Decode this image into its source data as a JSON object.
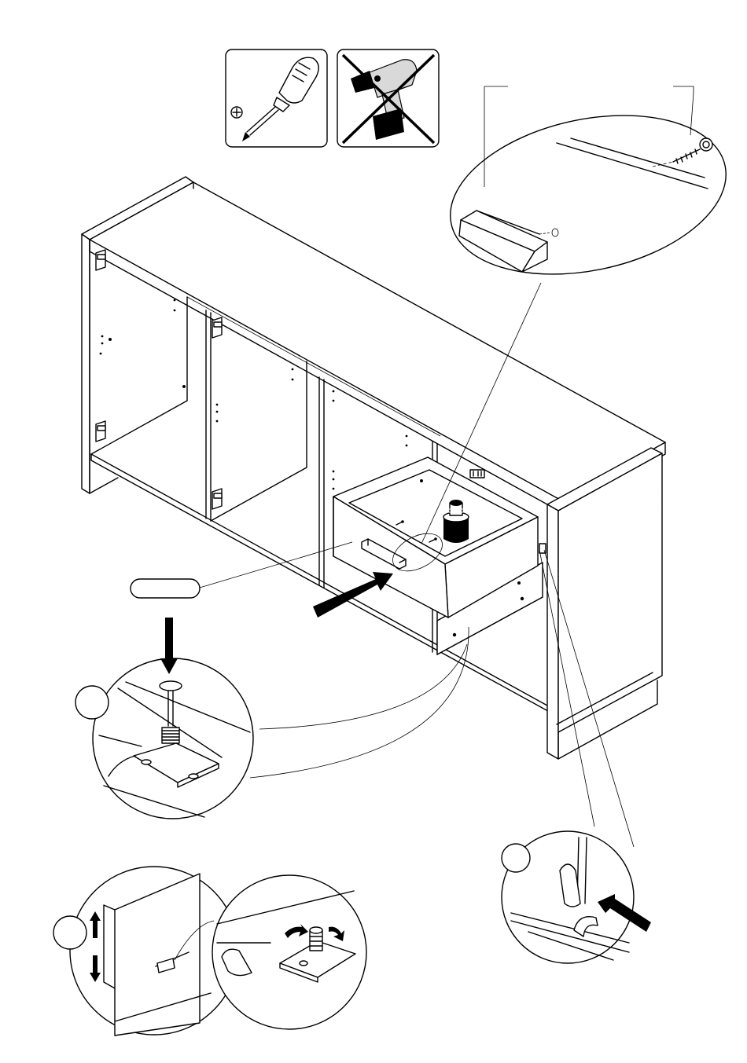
{
  "title": "",
  "tools": [
    {
      "name": "phillips-screwdriver-icon",
      "allowed": true
    },
    {
      "name": "power-drill-icon",
      "allowed": false
    }
  ],
  "callouts": [
    {
      "id": "part-label",
      "text": ""
    },
    {
      "id": "step-a",
      "text": ""
    },
    {
      "id": "step-b",
      "text": ""
    },
    {
      "id": "step-c",
      "text": ""
    }
  ],
  "colors": {
    "ink": "#000000",
    "paper": "#ffffff",
    "prohibited": "#000000"
  }
}
